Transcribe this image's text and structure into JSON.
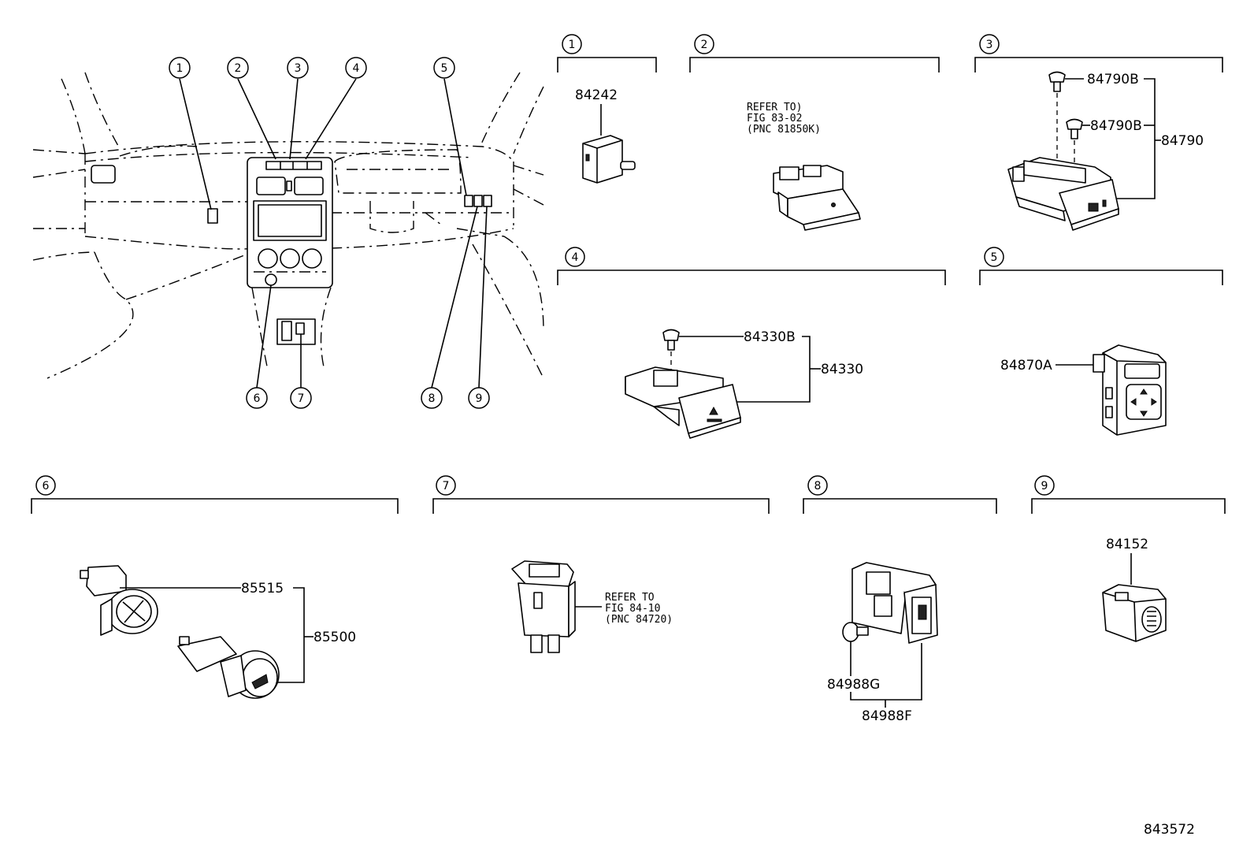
{
  "callouts": [
    "1",
    "2",
    "3",
    "4",
    "5",
    "6",
    "7",
    "8",
    "9"
  ],
  "parts": {
    "p84242": "84242",
    "p84790B_a": "84790B",
    "p84790B_b": "84790B",
    "p84790": "84790",
    "p84330B": "84330B",
    "p84330": "84330",
    "p84870A": "84870A",
    "p85515": "85515",
    "p85500": "85500",
    "p84988G": "84988G",
    "p84988F": "84988F",
    "p84152": "84152"
  },
  "notes": {
    "refer2": [
      "REFER TO)",
      "FIG 83-02",
      " (PNC 81850K)"
    ],
    "refer7": [
      "REFER TO",
      "FIG 84-10",
      " (PNC 84720)"
    ]
  },
  "figure_number": "843572"
}
